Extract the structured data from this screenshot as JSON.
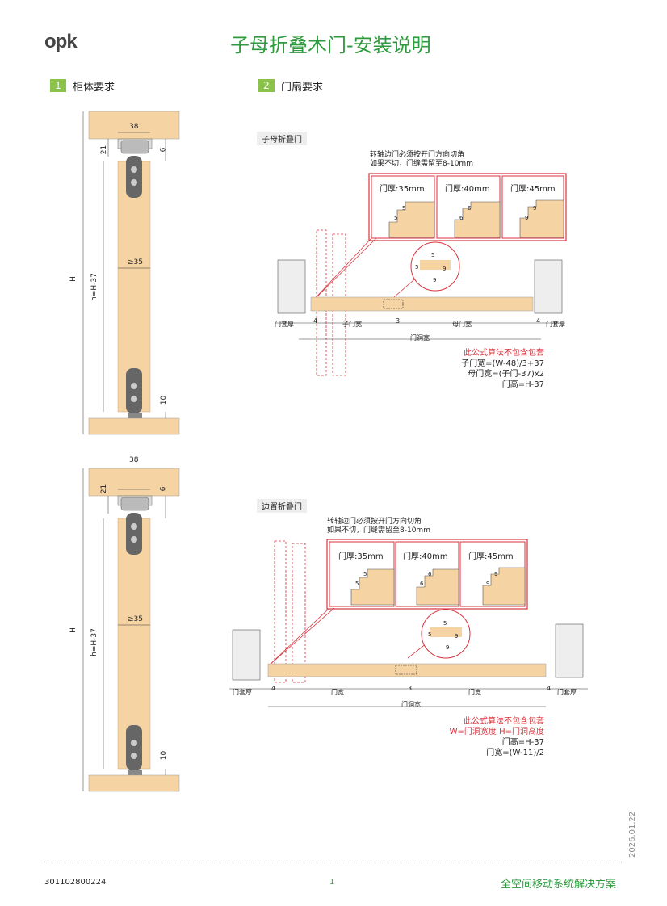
{
  "header": {
    "logo": "opk",
    "title": "子母折叠木门-安装说明"
  },
  "sections": [
    {
      "number": "1",
      "label": "柜体要求"
    },
    {
      "number": "2",
      "label": "门扇要求"
    }
  ],
  "cabinet": {
    "width_dim": "38",
    "top_gap": "21",
    "clearance": "6",
    "bottom_gap": "10",
    "height_total": "H",
    "height_door": "h=H-37",
    "thickness": "≥35"
  },
  "diagram_a": {
    "subtitle": "子母折叠门",
    "note_line1": "转轴边门必须按开门方向切角",
    "note_line2": "如果不切，门缝需留至8-10mm",
    "thickness_boxes": [
      {
        "label": "门厚:35mm",
        "d1": "5",
        "d2": "5"
      },
      {
        "label": "门厚:40mm",
        "d1": "6",
        "d2": "6"
      },
      {
        "label": "门厚:45mm",
        "d1": "9",
        "d2": "9"
      }
    ],
    "detail_labels": [
      "5",
      "5",
      "9",
      "9"
    ],
    "dims": {
      "frame_left": "门套厚",
      "gap_left": "4",
      "child_width": "子门宽",
      "gap_mid": "3",
      "mother_width": "母门宽",
      "gap_right": "4",
      "frame_right": "门套厚",
      "opening": "门洞宽"
    },
    "formula": {
      "warning": "此公式算法不包含包套",
      "line1": "子门宽=(W-48)/3+37",
      "line2": "母门宽=(子门-37)x2",
      "line3": "门高=H-37"
    }
  },
  "diagram_b": {
    "subtitle": "边置折叠门",
    "note_line1": "转轴边门必须按开门方向切角",
    "note_line2": "如果不切，门缝需留至8-10mm",
    "thickness_boxes": [
      {
        "label": "门厚:35mm",
        "d1": "5",
        "d2": "5"
      },
      {
        "label": "门厚:40mm",
        "d1": "6",
        "d2": "6"
      },
      {
        "label": "门厚:45mm",
        "d1": "9",
        "d2": "9"
      }
    ],
    "detail_labels": [
      "5",
      "5",
      "9",
      "9"
    ],
    "dims": {
      "frame_left": "门套厚",
      "gap_left": "4",
      "width_left": "门宽",
      "gap_mid": "3",
      "width_right": "门宽",
      "gap_right": "4",
      "frame_right": "门套厚",
      "opening": "门洞宽"
    },
    "formula": {
      "warning": "此公式算法不包含包套",
      "line1": "W=门洞宽度  H=门洞高度",
      "line2": "门高=H-37",
      "line3": "门宽=(W-11)/2"
    }
  },
  "footer": {
    "code": "301102800224",
    "page": "1",
    "slogan": "全空间移动系统解决方案",
    "date": "2026.01.22"
  },
  "colors": {
    "accent": "#2e9b3e",
    "section_badge": "#8bc34a",
    "wood": "#f5d3a3",
    "red": "#d8323c"
  }
}
